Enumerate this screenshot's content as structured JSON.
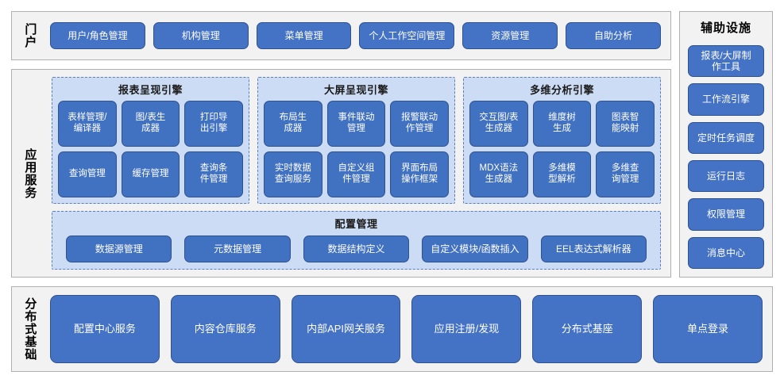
{
  "diagram": {
    "portal": {
      "label": "门户",
      "items": [
        "用户/角色管理",
        "机构管理",
        "菜单管理",
        "个人工作空间管理",
        "资源管理",
        "自助分析"
      ]
    },
    "app_service": {
      "label": "应用服务",
      "engines": [
        {
          "title": "报表呈现引擎",
          "items": [
            "表样管理/\n编译器",
            "图/表生\n成器",
            "打印导\n出引擎",
            "查询管理",
            "缓存管理",
            "查询条\n件管理"
          ]
        },
        {
          "title": "大屏呈现引擎",
          "items": [
            "布局生\n成器",
            "事件联动\n管理",
            "报警联动\n作管理",
            "实时数据\n查询服务",
            "自定义组\n件管理",
            "界面布局\n操作框架"
          ]
        },
        {
          "title": "多维分析引擎",
          "items": [
            "交互图/表\n生成器",
            "维度树\n生成",
            "图表智\n能映射",
            "MDX语法\n生成器",
            "多维模\n型解析",
            "多维查\n询管理"
          ]
        }
      ],
      "config": {
        "title": "配置管理",
        "items": [
          "数据源管理",
          "元数据管理",
          "数据结构定义",
          "自定义模块/函数插入",
          "EEL表达式解析器"
        ]
      }
    },
    "aux": {
      "title": "辅助设施",
      "items": [
        "报表/大屏制\n作工具",
        "工作流引擎",
        "定时任务调度",
        "运行日志",
        "权限管理",
        "消息中心"
      ]
    },
    "infra": {
      "label": "分布式基础",
      "items": [
        "配置中心服务",
        "内容仓库服务",
        "内部API网关服务",
        "应用注册/发现",
        "分布式基座",
        "单点登录"
      ]
    },
    "colors": {
      "pill_fill": "#4472c4",
      "pill_border": "#2f528f",
      "panel_fill": "#ccdcf4",
      "panel_border": "#5b7fbe",
      "band_fill": "#f2f2f2",
      "band_border": "#b0b0b0",
      "text_light": "#ffffff",
      "text_dark": "#000000"
    }
  }
}
